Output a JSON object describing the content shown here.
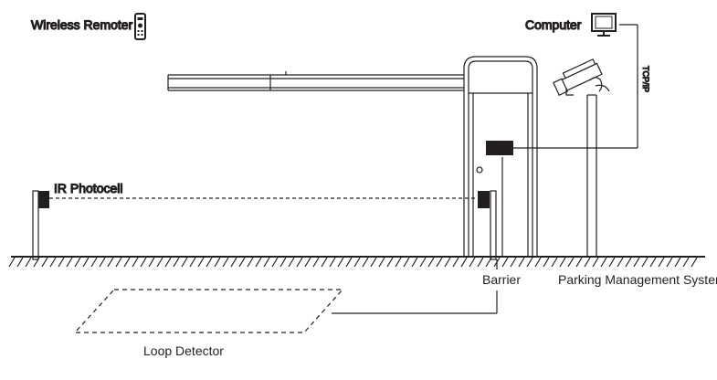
{
  "labels": {
    "wireless_remoter": "Wireless Remoter",
    "computer": "Computer",
    "tcp_ip": "TCP/IP",
    "ir_photocell": "IR Photocell",
    "barrier": "Barrier",
    "parking_management_system": "Parking Management System",
    "loop_detector": "Loop Detector"
  },
  "colors": {
    "line": "#231f20",
    "device_dark": "#231f20"
  },
  "icons": [
    "remote-control-icon",
    "computer-monitor-icon",
    "camera-icon"
  ]
}
